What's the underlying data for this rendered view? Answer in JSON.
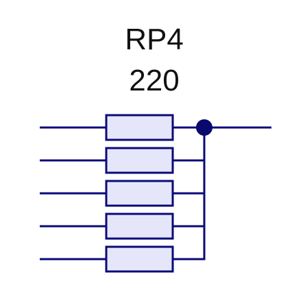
{
  "component": {
    "designator": "RP4",
    "value": "220",
    "resistor_count": 5
  },
  "colors": {
    "wire": "#0a0a7a",
    "resistor_fill": "#e6e6fb",
    "resistor_stroke": "#0a0a7a",
    "junction": "#0a0a6e",
    "text": "#111111"
  }
}
